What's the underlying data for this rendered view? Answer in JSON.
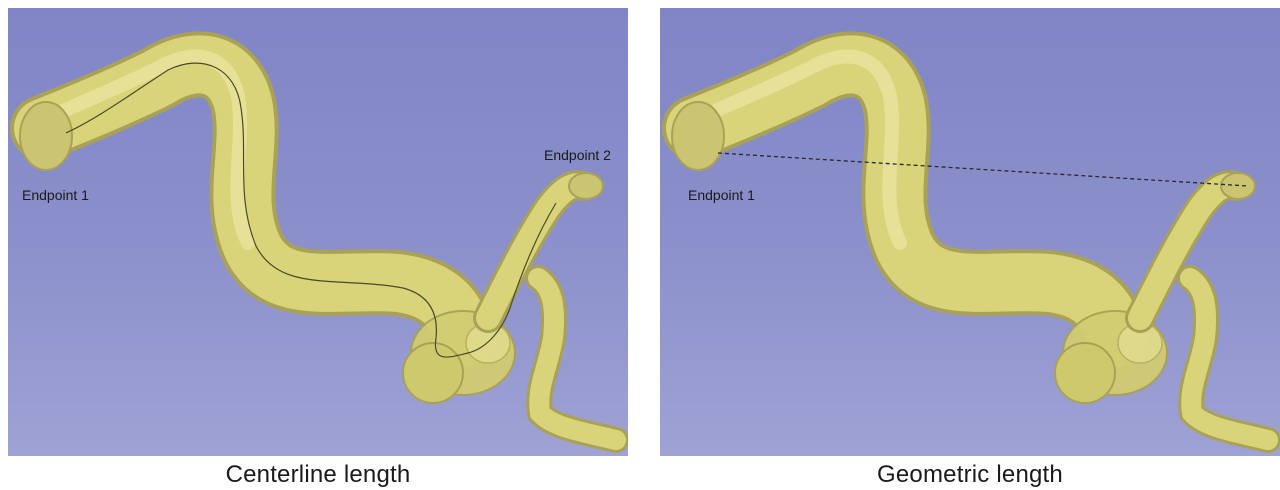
{
  "panels": [
    {
      "caption": "Centerline length",
      "labels": {
        "endpoint1": "Endpoint 1",
        "endpoint2": "Endpoint 2"
      }
    },
    {
      "caption": "Geometric length",
      "labels": {
        "endpoint1": "Endpoint 1"
      }
    }
  ],
  "colors": {
    "background": "#858ac9",
    "vessel": "#d9d47a",
    "measure_line": "#333333"
  }
}
